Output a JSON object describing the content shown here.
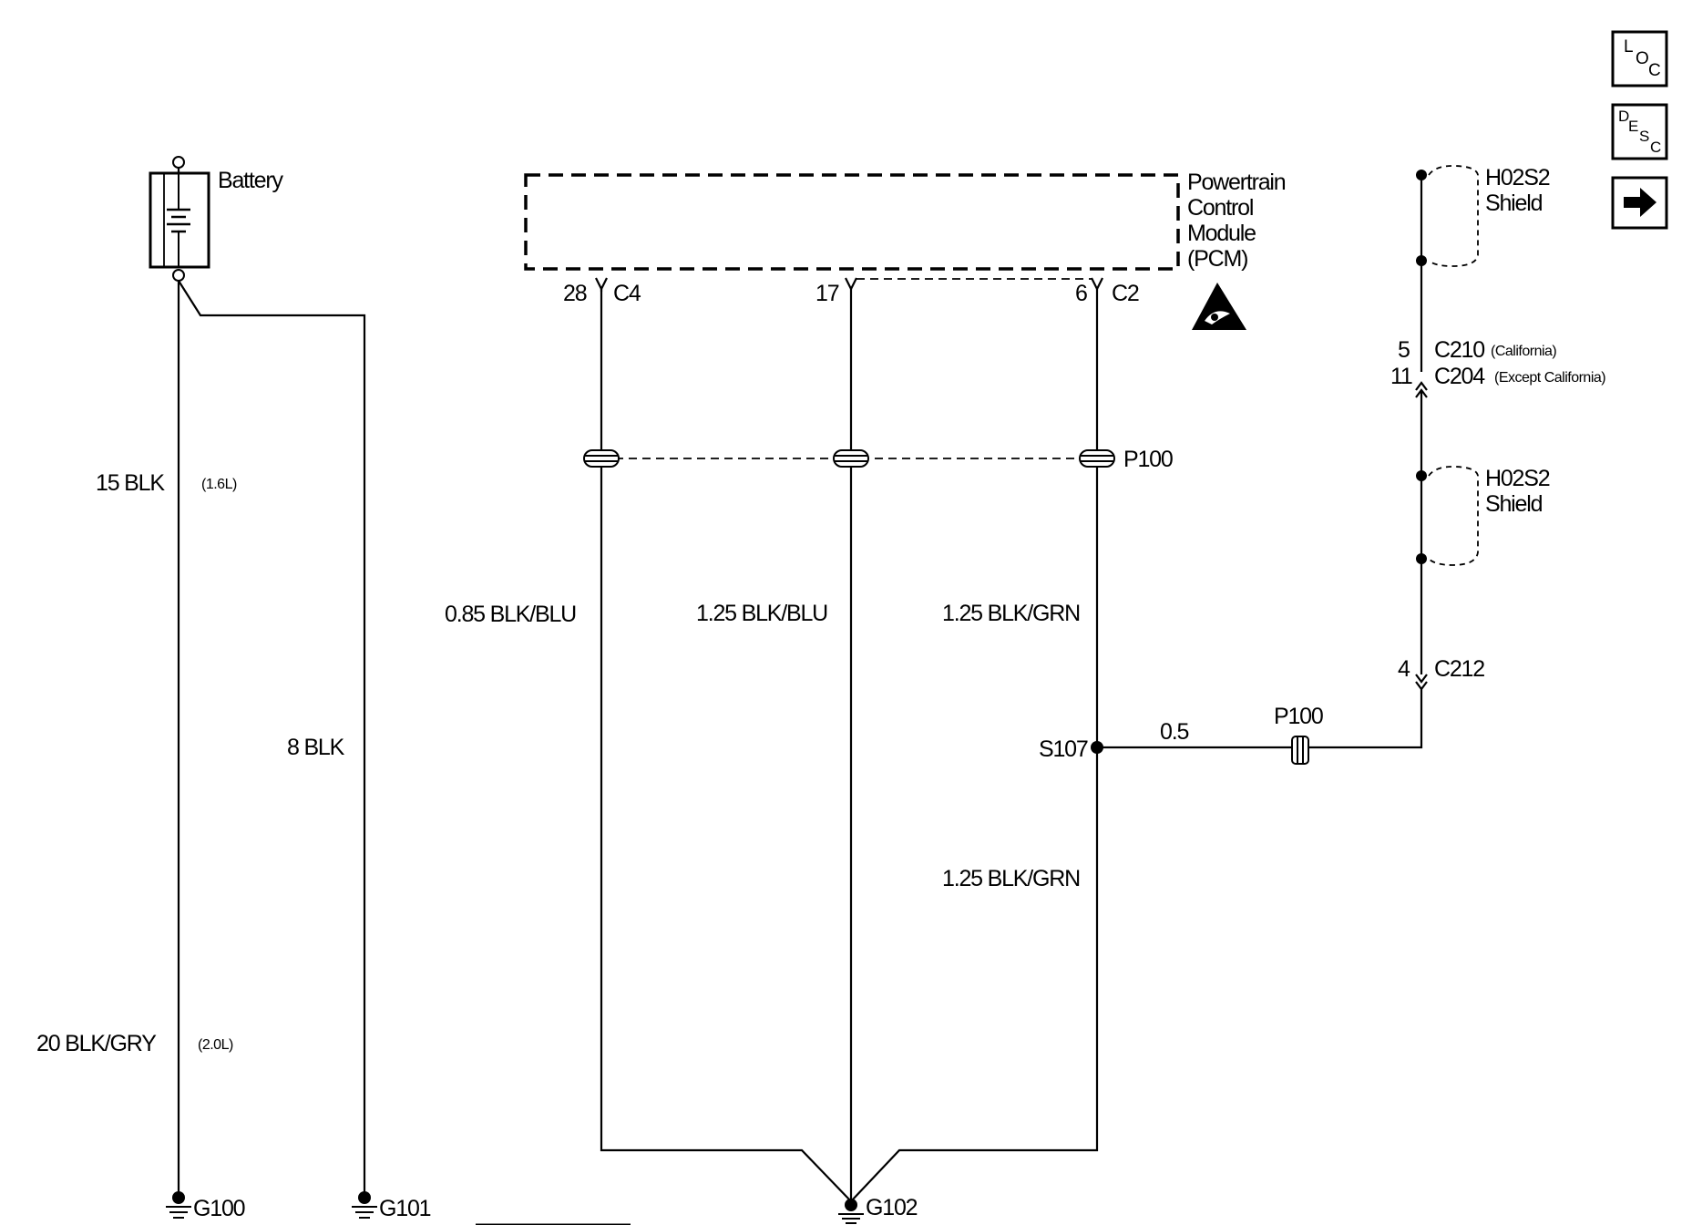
{
  "navigation": {
    "loc_button": {
      "l": "L",
      "o": "O",
      "c": "C"
    },
    "desc_button": {
      "d": "D",
      "e": "E",
      "s": "S",
      "c": "C"
    },
    "next_icon": "right-arrow-icon"
  },
  "battery": {
    "label": "Battery"
  },
  "pcm": {
    "line1": "Powertrain",
    "line2": "Control",
    "line3": "Module",
    "line4": "(PCM)",
    "esd_icon": "esd-sensitive-icon"
  },
  "pcm_terminals": {
    "c4_pin": "28",
    "c4_name": "C4",
    "mid_pin": "17",
    "c2_pin": "6",
    "c2_name": "C2"
  },
  "battery_wires": {
    "wire_a": "15 BLK",
    "wire_a_note": "(1.6L)",
    "wire_b": "20 BLK/GRY",
    "wire_b_note": "(2.0L)",
    "wire_c": "8 BLK"
  },
  "pass_through": {
    "label": "P100"
  },
  "pcm_wires": {
    "c4": "0.85 BLK/BLU",
    "mid": "1.25 BLK/BLU",
    "c2_upper": "1.25 BLK/GRN",
    "c2_lower": "1.25 BLK/GRN"
  },
  "splice": {
    "label": "S107"
  },
  "shield_wire": {
    "gauge": "0.5",
    "p100": "P100"
  },
  "shield_upper": {
    "line1": "H02S2",
    "line2": "Shield"
  },
  "shield_lower": {
    "line1": "H02S2",
    "line2": "Shield"
  },
  "connectors": {
    "c210_pin": "5",
    "c210": "C210",
    "c210_note": "(California)",
    "c204_pin": "11",
    "c204": "C204",
    "c204_note": "(Except California)",
    "c212_pin": "4",
    "c212": "C212"
  },
  "grounds": {
    "g100": "G100",
    "g101": "G101",
    "g102": "G102"
  }
}
